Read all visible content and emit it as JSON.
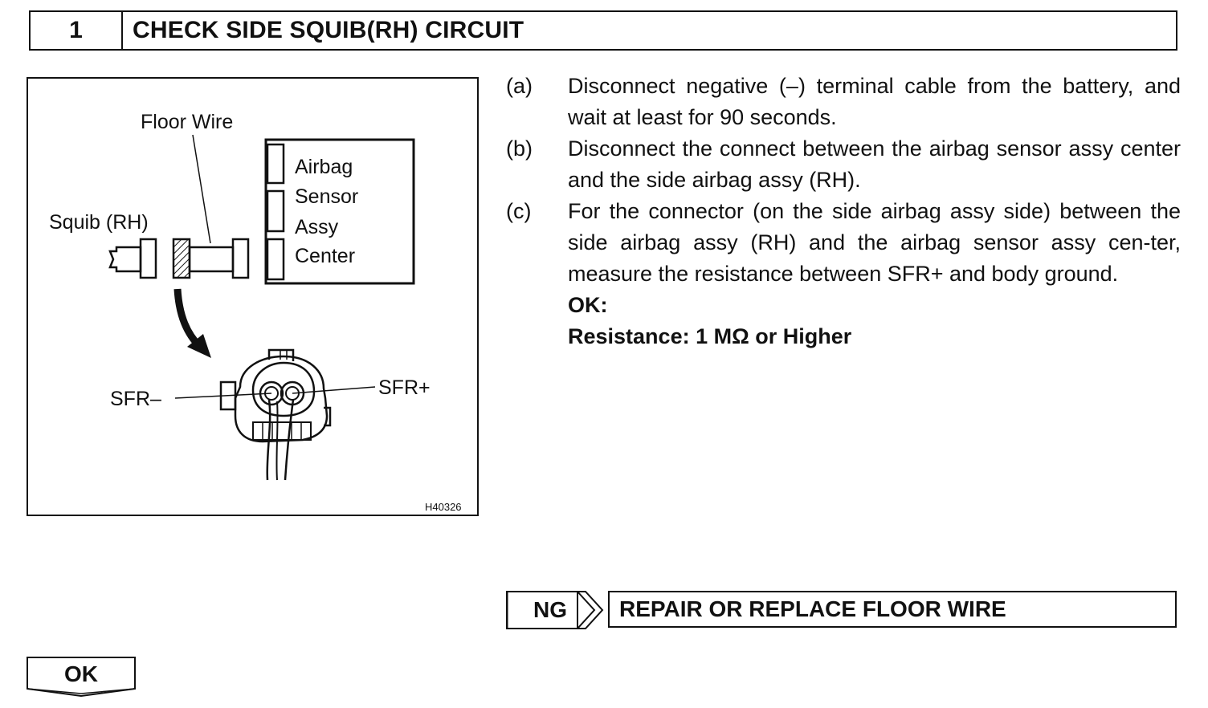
{
  "header": {
    "step_number": "1",
    "title": "CHECK SIDE SQUIB(RH) CIRCUIT"
  },
  "figure": {
    "floor_wire_label": "Floor Wire",
    "squib_label": "Squib (RH)",
    "sensor_lines": [
      "Airbag",
      "Sensor",
      "Assy",
      "Center"
    ],
    "sfr_minus_label": "SFR–",
    "sfr_plus_label": "SFR+",
    "code": "H40326"
  },
  "instructions": [
    {
      "letter": "(a)",
      "text": "Disconnect negative (–) terminal cable from the battery, and wait at least for 90 seconds."
    },
    {
      "letter": "(b)",
      "text": "Disconnect the connect between the airbag sensor assy center and the side airbag assy (RH)."
    },
    {
      "letter": "(c)",
      "text": "For the connector (on the side airbag assy side) between the side airbag assy (RH) and the airbag sensor assy cen-ter, measure the resistance between SFR+ and body ground."
    }
  ],
  "spec": {
    "ok_heading": "OK:",
    "resistance": "Resistance: 1 MΩ or Higher"
  },
  "result_ng": {
    "label": "NG",
    "action": "REPAIR OR REPLACE FLOOR WIRE"
  },
  "result_ok": {
    "label": "OK"
  }
}
